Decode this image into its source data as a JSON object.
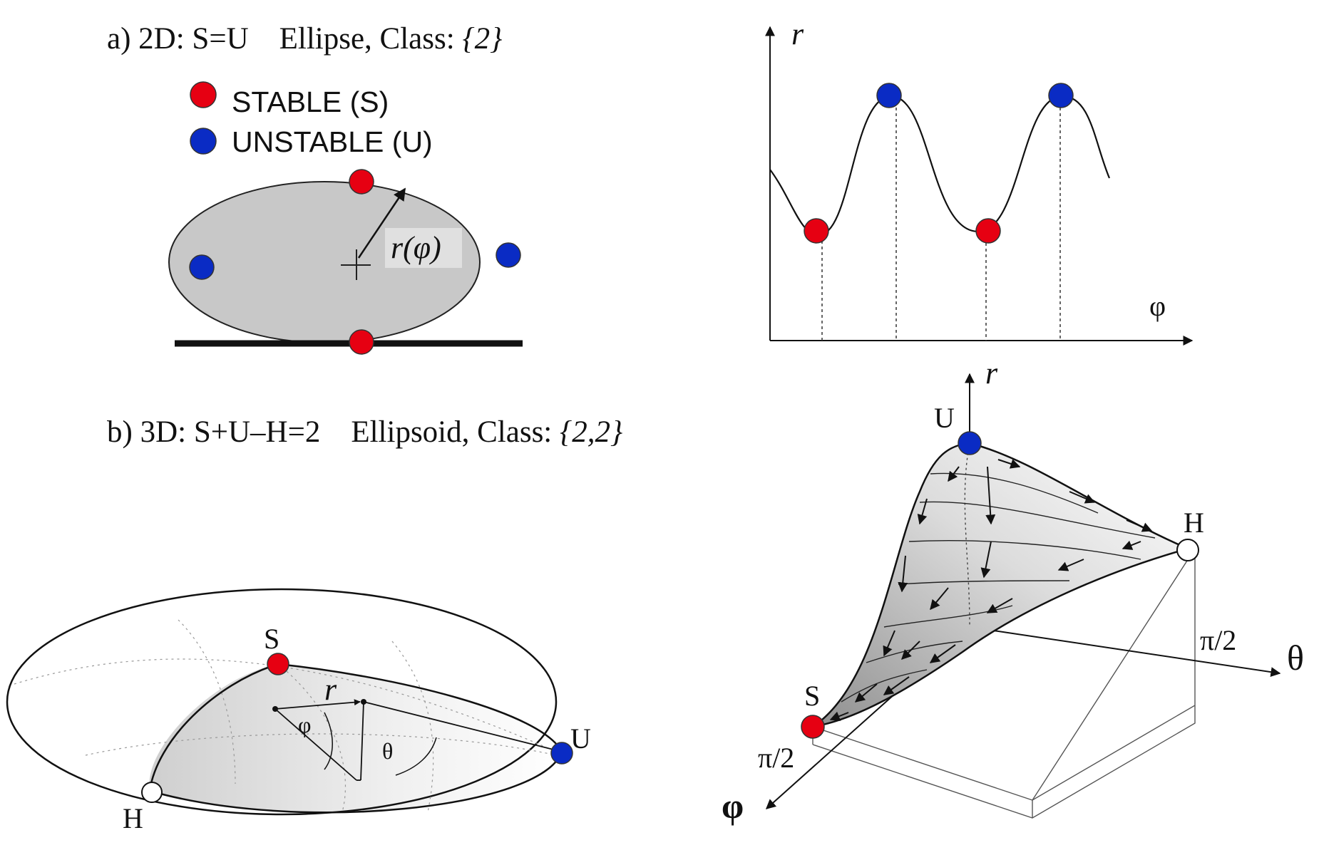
{
  "panel_a": {
    "heading_prefix": "a) 2D: S=U    Ellipse, Class: ",
    "heading_class": "{2}",
    "legend": [
      {
        "label": "STABLE (S)",
        "color": "#e60012"
      },
      {
        "label": "UNSTABLE (U)",
        "color": "#0a2bc4"
      }
    ],
    "radius_label": "r(φ)",
    "graph": {
      "y_axis_label": "r",
      "x_axis_label": "φ"
    }
  },
  "panel_b": {
    "heading_prefix": "b) 3D: S+U–H=2    Ellipsoid, Class: ",
    "heading_class": "{2,2}",
    "ellipsoid": {
      "point_labels": {
        "stable": "S",
        "unstable": "U",
        "hyperbolic": "H"
      },
      "radius_label": "r",
      "phi_label": "φ",
      "theta_label": "θ"
    },
    "surface": {
      "r_axis_label": "r",
      "theta_axis_label": "θ",
      "phi_axis_label": "φ",
      "point_labels": {
        "stable": "S",
        "unstable": "U",
        "hyperbolic": "H"
      },
      "theta_tick": "π/2",
      "phi_tick": "π/2"
    }
  },
  "colors": {
    "stable": "#e60012",
    "unstable": "#0a2bc4",
    "hyperbolic": "#ffffff",
    "body_fill": "#c8c8c8"
  }
}
